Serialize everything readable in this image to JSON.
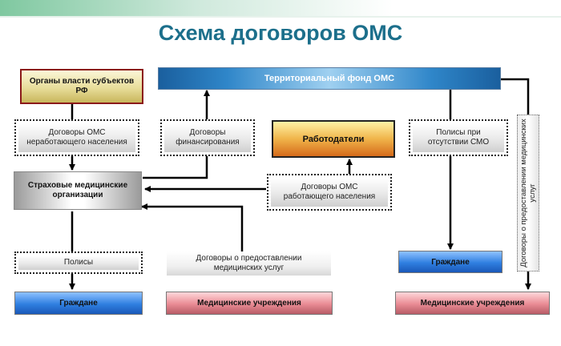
{
  "title": "Схема договоров ОМС",
  "nodes": {
    "organs": "Органы власти субъектов РФ",
    "fund": "Территориальный фонд ОМС",
    "contracts_unemployed": "Договоры ОМС неработающего населения",
    "financing_contracts": "Договоры финансирования",
    "employers": "Работодатели",
    "policies_no_smo": "Полисы при отсутствии СМО",
    "smo": "Страховые медицинские организации",
    "contracts_employed": "Договоры ОМС работающего населения",
    "policies": "Полисы",
    "service_contracts_center": "Договоры о предоставлении медицинских услуг",
    "citizens_right": "Граждане",
    "service_contracts_vertical": "Договоры о предоставлении медицинских услуг",
    "citizens_left": "Граждане",
    "med_center": "Медицинские учреждения",
    "med_right": "Медицинские учреждения"
  }
}
